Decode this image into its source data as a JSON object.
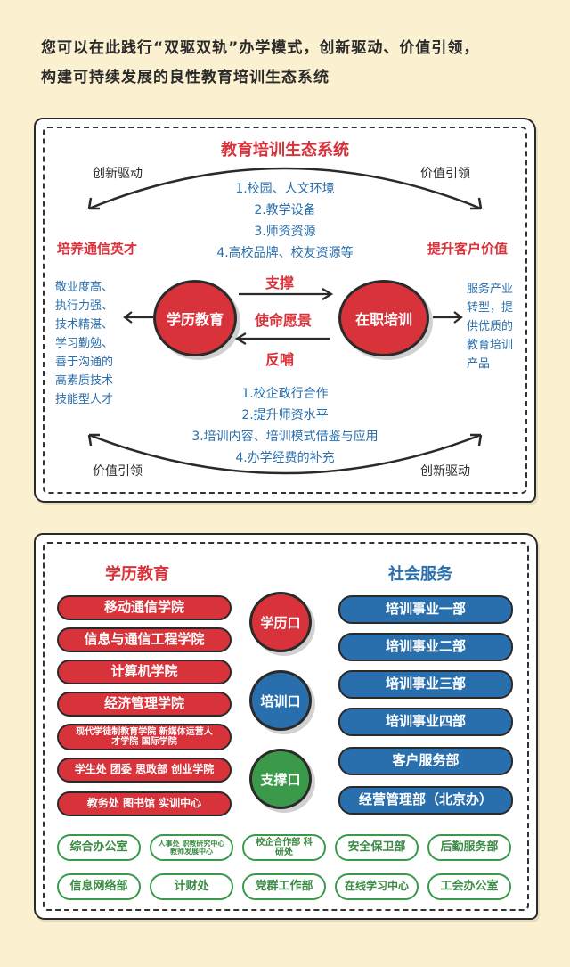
{
  "intro": {
    "line1": "您可以在此践行“双驱双轨”办学模式，创新驱动、价值引领，",
    "line2": "构建可持续发展的良性教育培训生态系统"
  },
  "ecosystem": {
    "title": "教育培训生态系统",
    "top_left_label": "创新驱动",
    "top_right_label": "价值引领",
    "bottom_left_label": "价值引领",
    "bottom_right_label": "创新驱动",
    "top_list": [
      "1.校园、人文环境",
      "2.教学设备",
      "3.师资资源",
      "4.高校品牌、校友资源等"
    ],
    "bottom_list": [
      "1.校企政行合作",
      "2.提升师资水平",
      "3.培训内容、培训模式借鉴与应用",
      "4.办学经费的补充"
    ],
    "left_heading": "培养通信英才",
    "right_heading": "提升客户价值",
    "left_desc": [
      "敬业度高、",
      "执行力强、",
      "技术精湛、",
      "学习勤勉、",
      "善于沟通的",
      "高素质技术",
      "技能型人才"
    ],
    "right_desc": [
      "服务产业",
      "转型，提",
      "供优质的",
      "教育培训",
      "产品"
    ],
    "left_bubble": "学历教育",
    "right_bubble": "在职培训",
    "support": "支撑",
    "mission": "使命愿景",
    "feedback": "反哺"
  },
  "org": {
    "left_heading": "学历教育",
    "right_heading": "社会服务",
    "left_items": [
      "移动通信学院",
      "信息与通信工程学院",
      "计算机学院",
      "经济管理学院",
      "现代学徒制教育学院 新媒体运营人才学院 国际学院",
      "学生处 团委 思政部 创业学院",
      "教务处 图书馆 实训中心"
    ],
    "middle_bubbles": [
      "学历口",
      "培训口",
      "支撑口"
    ],
    "right_items": [
      "培训事业一部",
      "培训事业二部",
      "培训事业三部",
      "培训事业四部",
      "客户服务部",
      "经营管理部（北京办）"
    ],
    "bottom_row1": [
      "综合办公室",
      "人事处 职教研究中心 教师发展中心",
      "校企合作部 科研处",
      "安全保卫部",
      "后勤服务部"
    ],
    "bottom_row2": [
      "信息网络部",
      "计财处",
      "党群工作部",
      "在线学习中心",
      "工会办公室"
    ]
  },
  "colors": {
    "background": "#fbf0cf",
    "red": "#d8323a",
    "blue": "#2a6fad",
    "green": "#3a9a4a"
  }
}
